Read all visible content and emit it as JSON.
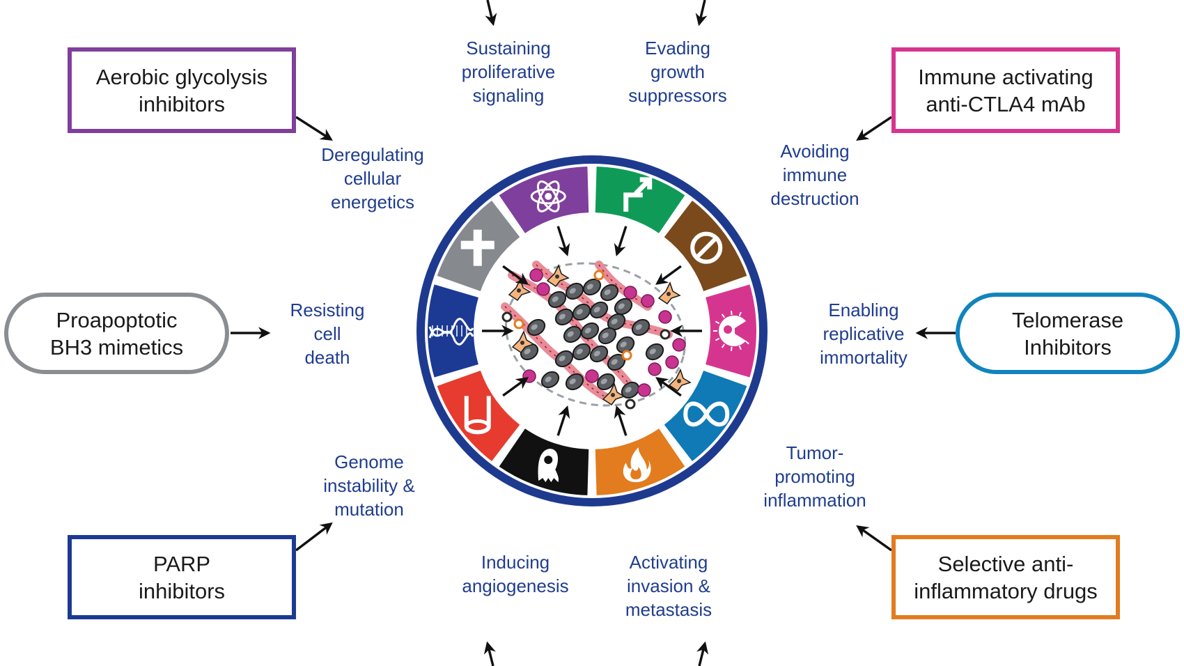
{
  "hallmarks": {
    "sustaining": [
      "Sustaining",
      "proliferative",
      "signaling"
    ],
    "evading": [
      "Evading",
      "growth",
      "suppressors"
    ],
    "avoiding": [
      "Avoiding",
      "immune",
      "destruction"
    ],
    "enabling": [
      "Enabling",
      "replicative",
      "immortality"
    ],
    "tumor": [
      "Tumor-",
      "promoting",
      "inflammation"
    ],
    "activating": [
      "Activating",
      "invasion &",
      "metastasis"
    ],
    "inducing": [
      "Inducing",
      "angiogenesis"
    ],
    "genome": [
      "Genome",
      "instability &",
      "mutation"
    ],
    "resisting": [
      "Resisting",
      "cell",
      "death"
    ],
    "deregulating": [
      "Deregulating",
      "cellular",
      "energetics"
    ]
  },
  "drugs": {
    "aerobic": [
      "Aerobic glycolysis",
      "inhibitors"
    ],
    "immune": [
      "Immune activating",
      "anti-CTLA4 mAb"
    ],
    "proapoptotic": [
      "Proapoptotic",
      "BH3 mimetics"
    ],
    "telomerase": [
      "Telomerase",
      "Inhibitors"
    ],
    "parp": [
      "PARP",
      "inhibitors"
    ],
    "selective": [
      "Selective anti-",
      "inflammatory drugs"
    ]
  },
  "colors": {
    "ring": "#1e3a8f",
    "sustaining": "#0f9b57",
    "evading": "#7a4a1c",
    "avoiding": "#d6358f",
    "enabling": "#0f7ab5",
    "tumor": "#e27c1e",
    "activating": "#111111",
    "inducing": "#e63b2e",
    "genome": "#1c3a94",
    "resisting": "#868a8e",
    "deregulating": "#7f3f9c"
  },
  "icons": {
    "sustaining": "bent-arrow-icon",
    "evading": "prohibited-icon",
    "avoiding": "pacman-cell-icon",
    "enabling": "infinity-icon",
    "tumor": "flame-icon",
    "activating": "migrating-cell-icon",
    "inducing": "blood-vessel-icon",
    "genome": "dna-helix-icon",
    "resisting": "cross-icon",
    "deregulating": "atom-icon"
  }
}
